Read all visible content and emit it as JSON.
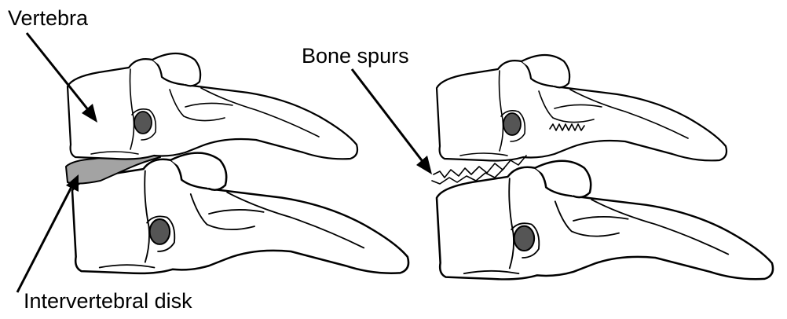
{
  "labels": {
    "vertebra": "Vertebra",
    "bone_spurs": "Bone spurs",
    "intervertebral_disk": "Intervertebral disk"
  },
  "colors": {
    "outline": "#000000",
    "disk_fill": "#a3a3a3",
    "foramen_fill": "#555555",
    "background": "#ffffff"
  },
  "panels": [
    "healthy-spine-segment",
    "degenerated-spine-segment-with-bone-spurs"
  ]
}
